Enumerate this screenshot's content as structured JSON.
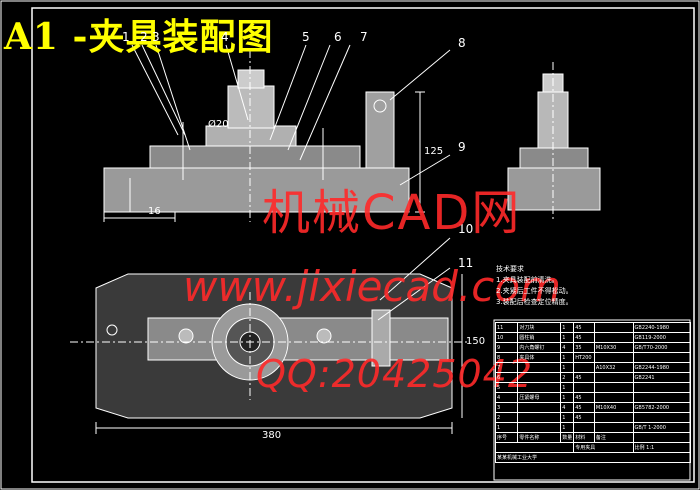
{
  "title": "A1 -夹具装配图",
  "watermarks": {
    "line1": "机械CAD网",
    "line2": "www.jixiecad.com",
    "line3": "QQ:20425042"
  },
  "part_labels": [
    "1",
    "2",
    "3",
    "4",
    "5",
    "6",
    "7",
    "8",
    "9",
    "10",
    "11"
  ],
  "dimensions": {
    "d1": "Ø20",
    "d2": "16",
    "d3": "125",
    "d4": "380",
    "d5": "150"
  },
  "notes": {
    "heading": "技术要求",
    "items": [
      "1.夹具装配前清洗。",
      "2.夹紧后工件不得松动。",
      "3.装配后检查定位精度。"
    ]
  },
  "bom_rows": [
    [
      "11",
      "对刀块",
      "1",
      "45",
      "",
      "GB2240-1980"
    ],
    [
      "10",
      "圆柱销",
      "1",
      "45",
      "",
      "GB119-2000"
    ],
    [
      "9",
      "内六角螺钉",
      "4",
      "35",
      "M10X30",
      "GB/T70-2000"
    ],
    [
      "8",
      "夹具体",
      "1",
      "HT200",
      "",
      ""
    ],
    [
      "7",
      "",
      "1",
      "",
      "A10X32",
      "GB2244-1980"
    ],
    [
      "6",
      "",
      "2",
      "45",
      "",
      "GB2241"
    ],
    [
      "5",
      "",
      "1",
      "",
      "",
      ""
    ],
    [
      "4",
      "压紧螺母",
      "1",
      "45",
      "",
      ""
    ],
    [
      "3",
      "",
      "4",
      "45",
      "M10X40",
      "GB5782-2000"
    ],
    [
      "2",
      "",
      "1",
      "45",
      "",
      ""
    ],
    [
      "1",
      "",
      "1",
      "",
      "",
      "GB/T 1-2000"
    ]
  ],
  "title_block": {
    "header": [
      "序号",
      "零件名称",
      "数量",
      "材料",
      "备注"
    ],
    "drawing_name": "专用夹具",
    "scale_label": "比例",
    "scale": "1:1",
    "school": "某某机械工业大学"
  },
  "colors": {
    "line": "#ffffff",
    "title": "#ffff00",
    "watermark": "#ff2a2a",
    "part": "#c8c8c8"
  }
}
